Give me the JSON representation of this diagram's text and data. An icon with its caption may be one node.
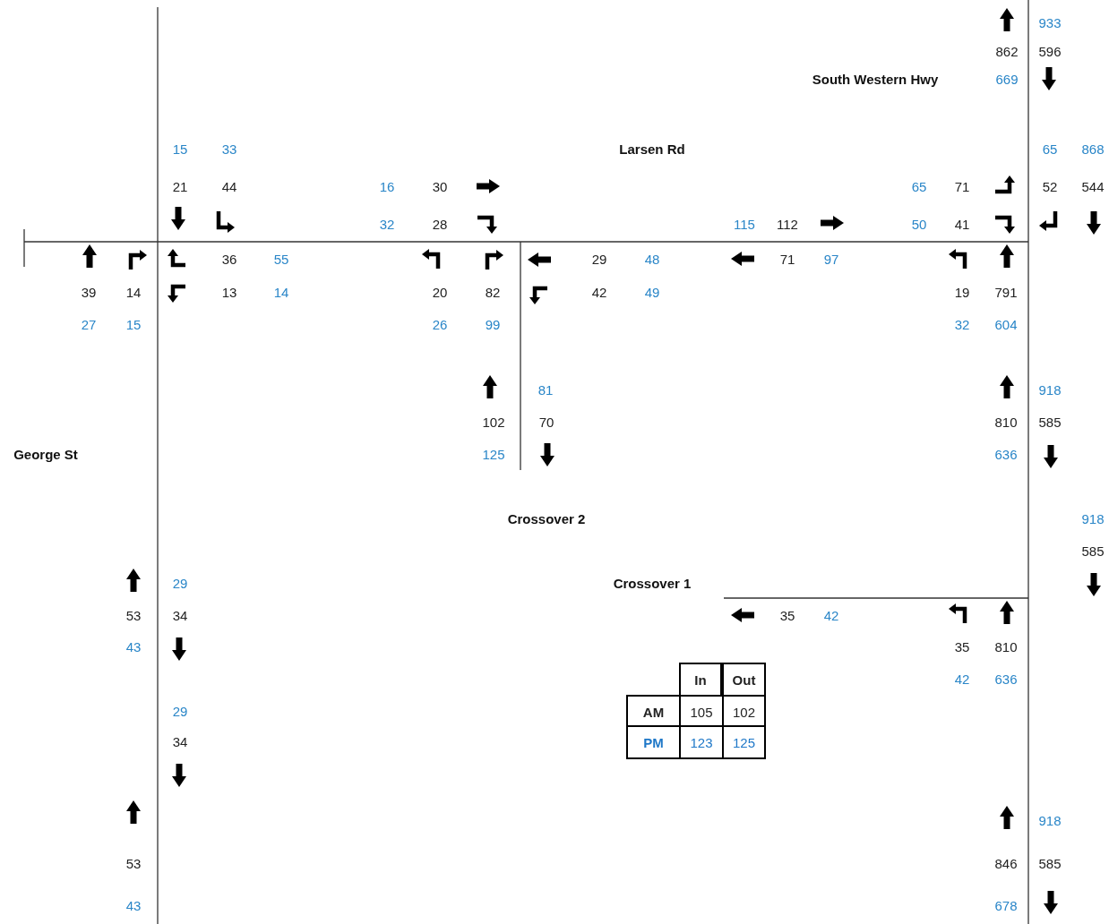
{
  "diagram": {
    "labels": [
      "933",
      "862",
      "596",
      "South Western Hwy",
      "669",
      "15",
      "33",
      "Larsen Rd",
      "65",
      "868",
      "21",
      "44",
      "16",
      "30",
      "65",
      "71",
      "52",
      "544",
      "32",
      "28",
      "115",
      "112",
      "50",
      "41",
      "36",
      "55",
      "29",
      "48",
      "71",
      "97",
      "39",
      "14",
      "13",
      "14",
      "20",
      "82",
      "42",
      "49",
      "19",
      "791",
      "27",
      "15",
      "26",
      "99",
      "32",
      "604",
      "81",
      "918",
      "102",
      "70",
      "810",
      "585",
      "George St",
      "125",
      "636",
      "Crossover 2",
      "918",
      "585",
      "29",
      "Crossover 1",
      "53",
      "34",
      "35",
      "42",
      "43",
      "35",
      "810",
      "In",
      "Out",
      "42",
      "636",
      "29",
      "AM",
      "105",
      "102",
      "34",
      "PM",
      "123",
      "125",
      "918",
      "53",
      "846",
      "585",
      "43",
      "678"
    ]
  }
}
